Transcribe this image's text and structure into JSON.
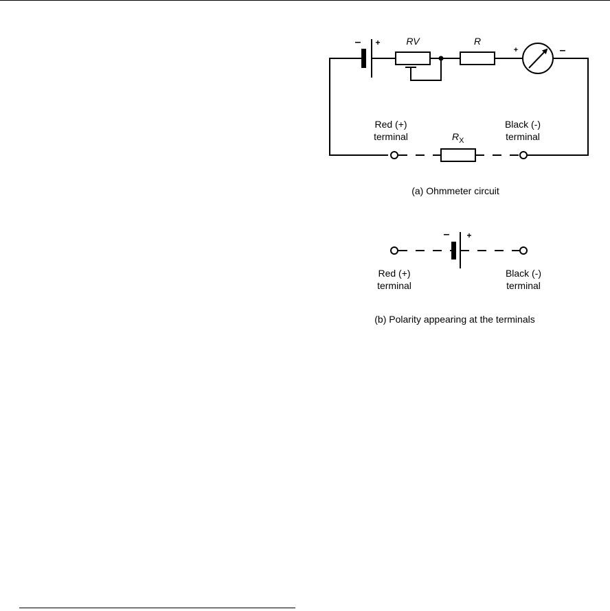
{
  "circuit_a": {
    "battery": {
      "minus": "–",
      "plus": "+"
    },
    "variable_resistor_label": "RV",
    "resistor_label": "R",
    "meter": {
      "plus": "+",
      "minus": "–"
    },
    "red_terminal": {
      "line1": "Red (+)",
      "line2": "terminal"
    },
    "black_terminal": {
      "line1": "Black (-)",
      "line2": "terminal"
    },
    "unknown_resistor": {
      "main": "R",
      "sub": "X"
    },
    "caption": "(a) Ohmmeter circuit"
  },
  "circuit_b": {
    "battery": {
      "minus": "–",
      "plus": "+"
    },
    "red_terminal": {
      "line1": "Red (+)",
      "line2": "terminal"
    },
    "black_terminal": {
      "line1": "Black (-)",
      "line2": "terminal"
    },
    "caption": "(b) Polarity appearing at the terminals"
  }
}
